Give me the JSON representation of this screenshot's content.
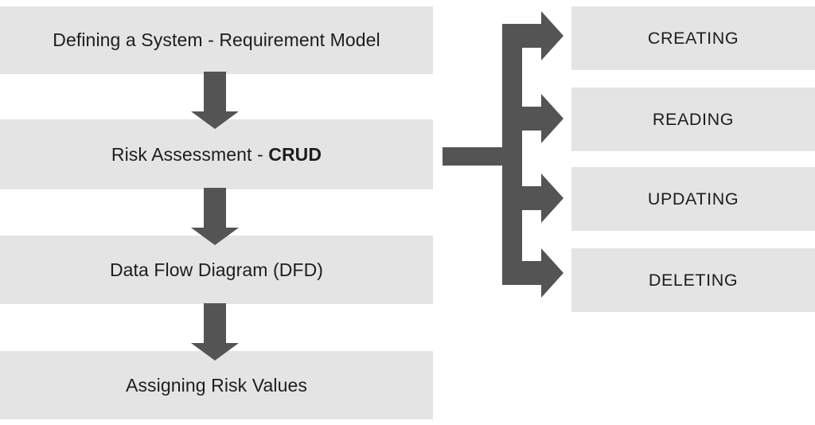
{
  "diagram": {
    "title_flow_left": "System risk assessment process flow",
    "colors": {
      "box_fill": "#e4e4e4",
      "arrow_fill": "#545454",
      "text": "#1d1d1d",
      "background": "#ffffff"
    },
    "left_column": {
      "steps": [
        {
          "id": "step-1",
          "label": "Defining a System - Requirement Model",
          "emphasis": ""
        },
        {
          "id": "step-2",
          "label_prefix": "Risk Assessment - ",
          "emphasis": "CRUD",
          "label": "Risk Assessment - CRUD"
        },
        {
          "id": "step-3",
          "label": "Data Flow Diagram (DFD)",
          "emphasis": ""
        },
        {
          "id": "step-4",
          "label": "Assigning Risk Values",
          "emphasis": ""
        }
      ],
      "connectors": [
        {
          "id": "connector-1-2",
          "direction": "down"
        },
        {
          "id": "connector-2-3",
          "direction": "down"
        },
        {
          "id": "connector-3-4",
          "direction": "down"
        }
      ]
    },
    "right_column": {
      "source_step": "Risk Assessment - CRUD",
      "branch_direction": "right",
      "items": [
        {
          "id": "crud-create",
          "label": "CREATING"
        },
        {
          "id": "crud-read",
          "label": "READING"
        },
        {
          "id": "crud-update",
          "label": "UPDATING"
        },
        {
          "id": "crud-delete",
          "label": "DELETING"
        }
      ]
    }
  }
}
